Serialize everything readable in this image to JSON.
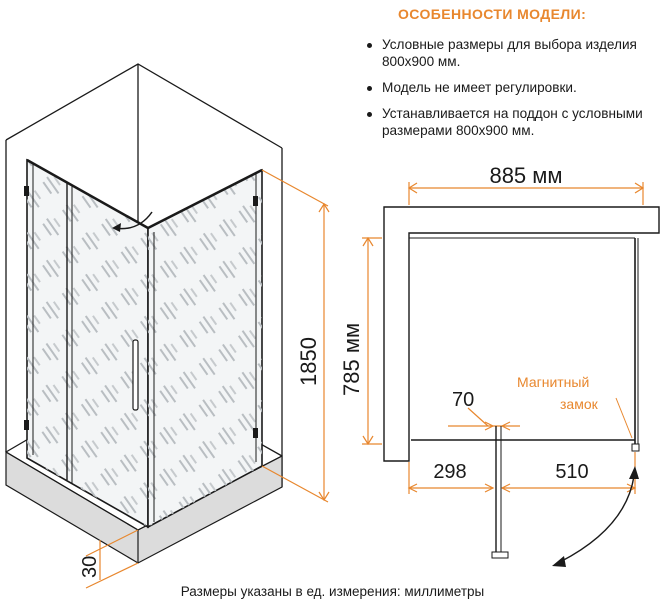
{
  "features": {
    "title": "ОСОБЕННОСТИ МОДЕЛИ:",
    "items": [
      "Условные размеры для выбора изделия 800х900 мм.",
      "Модель не имеет регулировки.",
      "Устанавливается на поддон с условными размерами 800х900 мм."
    ]
  },
  "dimensions": {
    "height": "1850",
    "tray_height": "30",
    "top_width": "885 мм",
    "depth": "785 мм",
    "door_gap": "70",
    "left_panel": "298",
    "right_panel": "510"
  },
  "labels": {
    "magnetic_lock_line1": "Магнитный",
    "magnetic_lock_line2": "замок"
  },
  "footer": "Размеры указаны в ед. измерения: миллиметры",
  "colors": {
    "accent": "#e8872e",
    "line": "#1a1a1a",
    "glass": "#f4f6f7",
    "tray": "#d9d9d9"
  }
}
